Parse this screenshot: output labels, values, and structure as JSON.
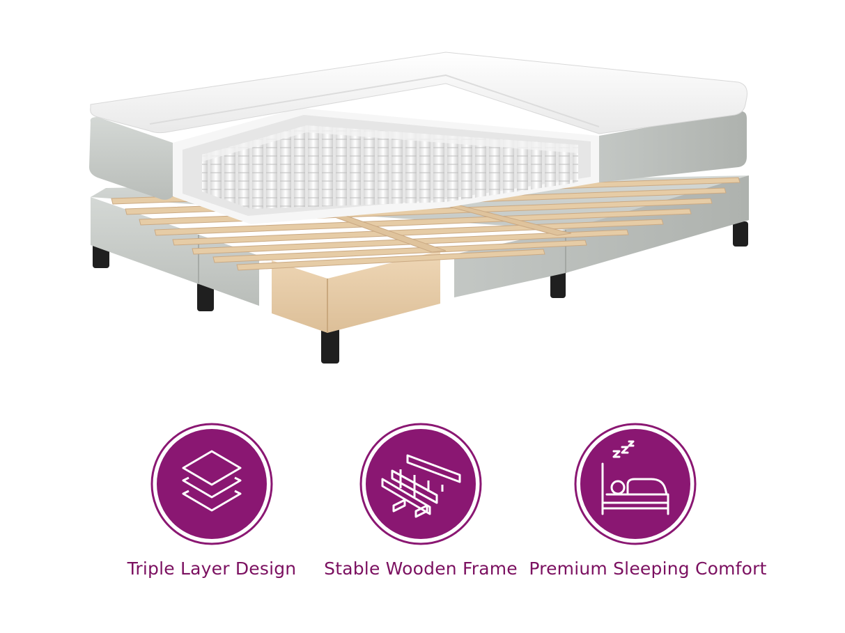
{
  "features": [
    {
      "label": "Triple Layer Design",
      "icon": "layers-icon"
    },
    {
      "label": "Stable Wooden Frame",
      "icon": "wooden-slats-icon"
    },
    {
      "label": "Premium Sleeping Comfort",
      "icon": "sleeping-person-icon"
    }
  ],
  "colors": {
    "badge_fill": "#8a1772",
    "badge_ring": "#8a1772",
    "label_text": "#7b1060",
    "frame_fabric": "#c8ccc9",
    "wood": "#e8c9a2",
    "legs": "#1e1e1e"
  }
}
